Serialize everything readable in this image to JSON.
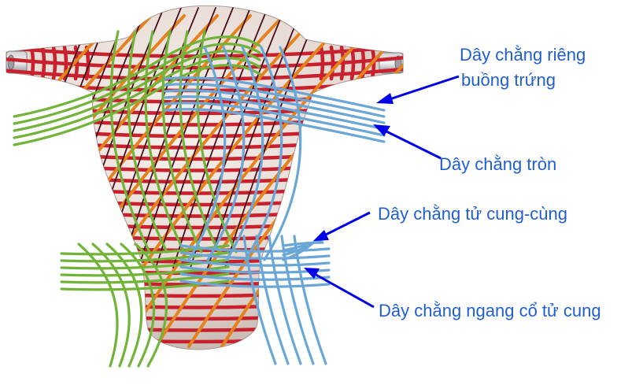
{
  "labels": {
    "ovarian_ligament_line1": "Dây chằng riêng",
    "ovarian_ligament_line2": "buồng trứng",
    "round_ligament": "Dây chằng tròn",
    "uterosacral_ligament": "Dây chằng tử cung-cùng",
    "cardinal_ligament": "Dây chằng ngang cổ tử cung"
  },
  "colors": {
    "label_text": "#1f5fd0",
    "arrow": "#0000e6",
    "uterus_fill": "#e6dad4",
    "red_fibers": "#c8212d",
    "orange_fibers": "#e3821f",
    "dark_fibers": "#4a0f1e",
    "green_ligaments": "#72b43a",
    "blue_ligaments": "#6aa7d6",
    "tube_gray": "#a9a9ab"
  }
}
